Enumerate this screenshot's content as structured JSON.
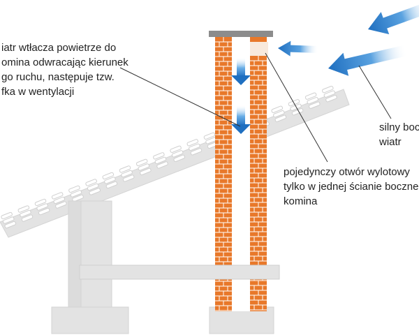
{
  "colors": {
    "brick": "#e8782a",
    "brick_joint": "#ffffff",
    "cap": "#8c8c8c",
    "structure": "#e3e3e3",
    "structure_edge": "#d0d0d0",
    "arrow_blue": "#1f6fc0",
    "text": "#222222",
    "leader_line": "#333333"
  },
  "labels": {
    "top_left": {
      "lines": [
        "iatr wtłacza powietrze do",
        "omina odwracając kierunek",
        "go ruchu, następuje tzw.",
        "fka w wentylacji"
      ]
    },
    "wind": {
      "lines": [
        "silny boc",
        "wiatr"
      ]
    },
    "outlet": {
      "lines": [
        "pojedynczy otwór wylotowy",
        "tylko w jednej ścianie boczne",
        "komina"
      ]
    }
  }
}
